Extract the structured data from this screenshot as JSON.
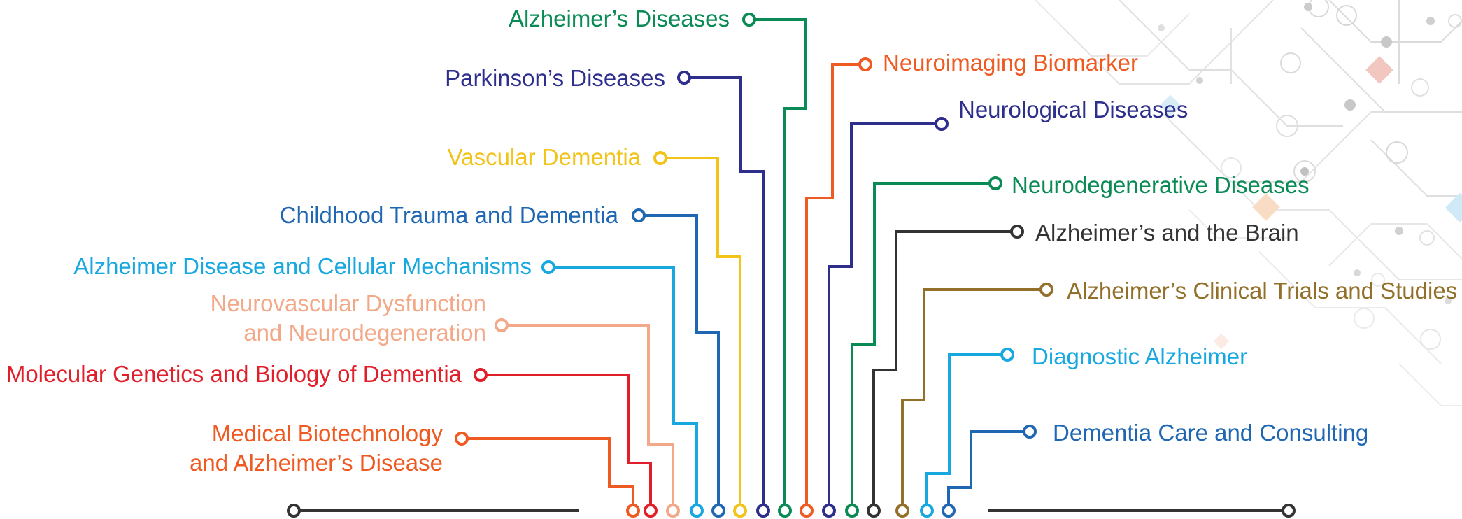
{
  "colors": {
    "green": "#0a8a55",
    "navy": "#2e2e8c",
    "yellow": "#f2c318",
    "blue": "#1f67b2",
    "cyan": "#18a8e0",
    "peach": "#f2a989",
    "red": "#e01f2b",
    "orange": "#ee5a22",
    "dark": "#333333",
    "brown": "#93702a",
    "bg_pattern": "#d4d4d4"
  },
  "left_labels": {
    "alzheimers_diseases": "Alzheimer’s Diseases",
    "parkinsons_diseases": "Parkinson’s Diseases",
    "vascular_dementia": "Vascular Dementia",
    "childhood_trauma": "Childhood Trauma and Dementia",
    "cellular_mechanisms": "Alzheimer Disease and Cellular Mechanisms",
    "neurovascular_line1": "Neurovascular Dysfunction",
    "neurovascular_line2": "and Neurodegeneration",
    "molecular_genetics": "Molecular Genetics and Biology of Dementia",
    "medical_biotech_line1": "Medical Biotechnology",
    "medical_biotech_line2": "and Alzheimer’s Disease"
  },
  "right_labels": {
    "neuroimaging": "Neuroimaging Biomarker",
    "neurological": "Neurological Diseases",
    "neurodegenerative": "Neurodegenerative Diseases",
    "alz_brain": "Alzheimer’s and the Brain",
    "clinical_trials": "Alzheimer’s Clinical Trials and Studies",
    "diagnostic": "Diagnostic Alzheimer",
    "dementia_care": "Dementia Care and Consulting"
  }
}
